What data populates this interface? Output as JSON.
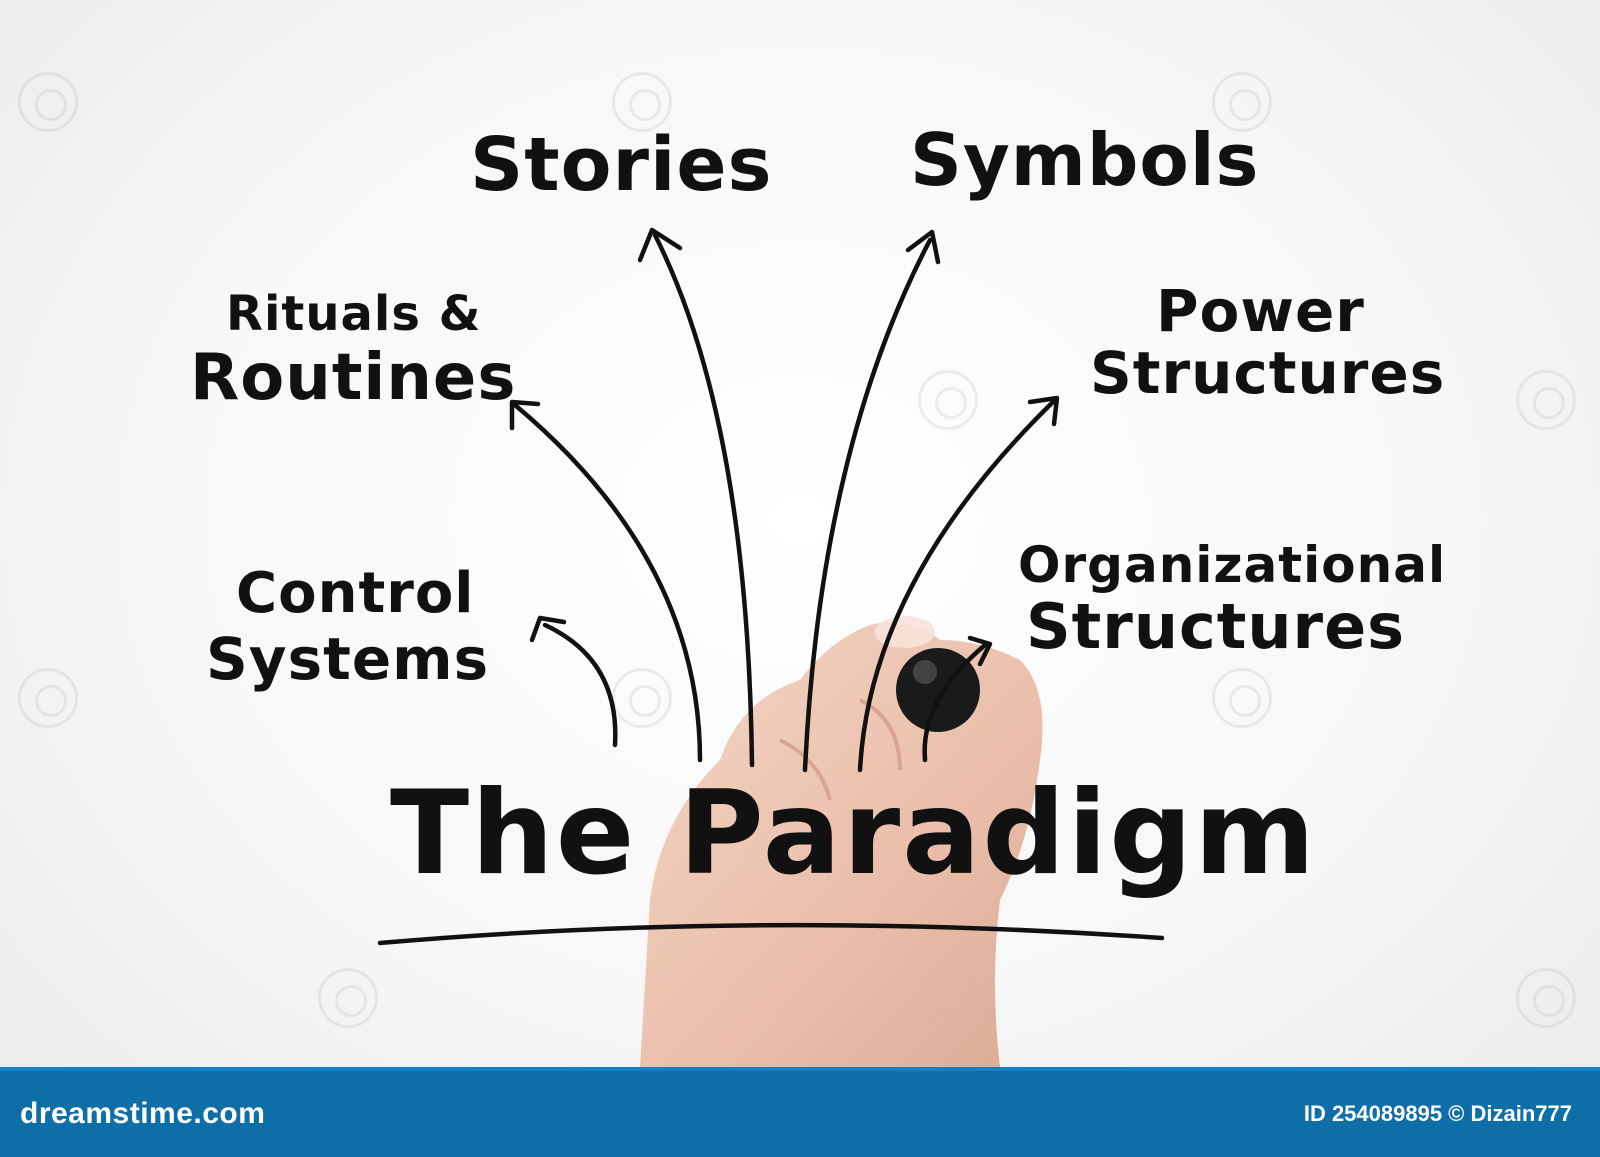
{
  "diagram": {
    "title": "The Paradigm",
    "nodes": {
      "stories": "Stories",
      "symbols": "Symbols",
      "rituals_line1": "Rituals &",
      "rituals_line2": "Routines",
      "power_line1": "Power",
      "power_line2": "Structures",
      "control_line1": "Control",
      "control_line2": "Systems",
      "org_line1": "Organizational",
      "org_line2": "Structures"
    }
  },
  "footer": {
    "logo": "dreamstime.com",
    "image_id": "ID 254089895 © Dizain777"
  },
  "colors": {
    "ink": "#111111",
    "footer_bar": "#0e6ea8"
  }
}
